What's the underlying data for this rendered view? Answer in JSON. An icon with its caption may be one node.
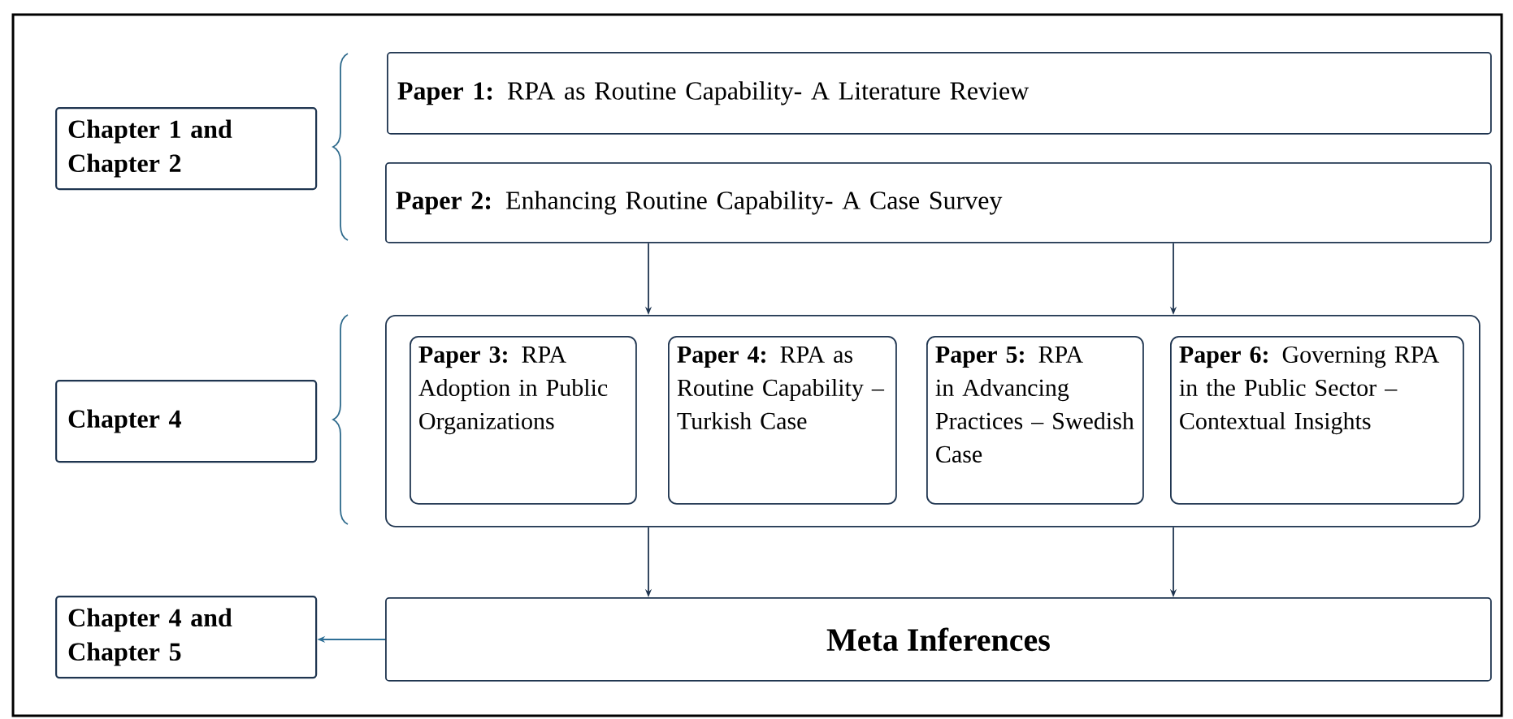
{
  "diagram": {
    "nodes": [
      {
        "text": [
          "Chapter 1 and Chapter 2"
        ]
      },
      {
        "text": [
          "**Paper 1:** RPA as Routine Capability- A Literature Review"
        ]
      },
      {
        "text": [
          "**Paper 2:** Enhancing Routine Capability- A Case Survey"
        ]
      },
      {
        "text": [
          "Chapter 4"
        ]
      },
      {
        "text": [],
        "shape": "box"
      },
      {
        "text": [
          "**Paper 3:** RPA Adoption in Public Organizations"
        ],
        "in": 4
      },
      {
        "text": [
          "**Paper 4:** RPA as Routine Capability – Turkish Case"
        ],
        "in": 4
      },
      {
        "text": [
          "**Paper 5:** RPA in Advancing Practices – Swedish Case"
        ],
        "in": 4
      },
      {
        "text": [
          "**Paper 6:** Governing RPA in the Public Sector – Contextual Insights"
        ],
        "in": 4
      },
      {
        "text": [
          "Chapter 4 and Chapter 5"
        ]
      },
      {
        "text": [
          "Meta Inferences"
        ]
      }
    ],
    "edges": [
      {
        "from": 2,
        "to": 4,
        "arrow": "to"
      },
      {
        "from": 2,
        "to": 4,
        "arrow": "to"
      },
      {
        "from": 4,
        "to": 10,
        "arrow": "to"
      },
      {
        "from": 4,
        "to": 10,
        "arrow": "to"
      },
      {
        "from": 10,
        "to": 9,
        "arrow": "to",
        "color": "#2e6f96"
      }
    ]
  }
}
